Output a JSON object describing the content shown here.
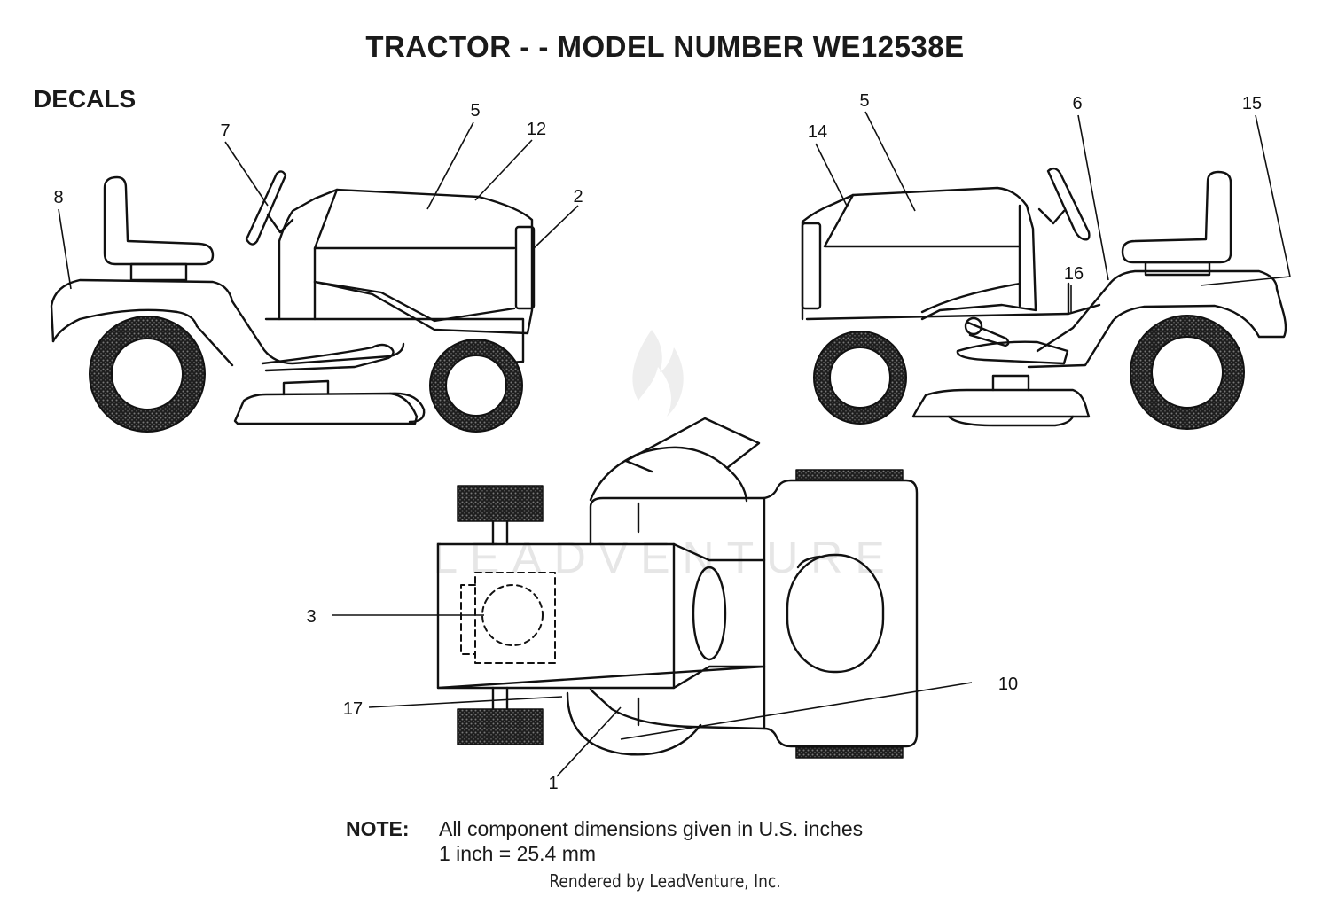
{
  "title": "TRACTOR - - MODEL NUMBER WE12538E",
  "section": "DECALS",
  "callouts": {
    "c1": "1",
    "c2": "2",
    "c3": "3",
    "c5a": "5",
    "c5b": "5",
    "c6": "6",
    "c7": "7",
    "c8": "8",
    "c10": "10",
    "c12": "12",
    "c14": "14",
    "c15": "15",
    "c16": "16",
    "c17": "17"
  },
  "note": {
    "label": "NOTE:",
    "line1": "All component dimensions given in U.S. inches",
    "line2": "1 inch = 25.4 mm"
  },
  "watermark": "LEADVENTURE",
  "footer": "Rendered by LeadVenture, Inc."
}
